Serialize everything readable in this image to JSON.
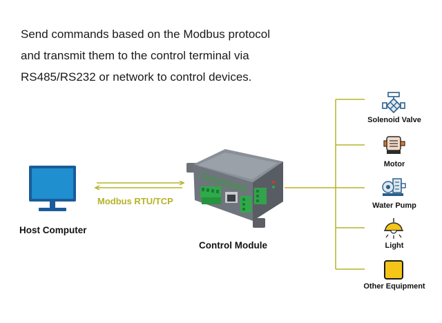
{
  "description_lines": [
    "Send commands based on the Modbus protocol",
    "and transmit them to the control terminal via",
    "RS485/RS232 or network to control devices."
  ],
  "host": {
    "label": "Host Computer"
  },
  "link": {
    "label": "Modbus RTU/TCP"
  },
  "module": {
    "label": "Control Module"
  },
  "devices": [
    {
      "label": "Solenoid Valve",
      "icon": "solenoid-valve-icon"
    },
    {
      "label": "Motor",
      "icon": "motor-icon"
    },
    {
      "label": "Water Pump",
      "icon": "water-pump-icon"
    },
    {
      "label": "Light",
      "icon": "light-icon"
    },
    {
      "label": "Other Equipment",
      "icon": "other-equipment-icon"
    }
  ],
  "colors": {
    "accent_olive": "#b5b22a",
    "monitor_blue": "#1f8fd0",
    "monitor_frame": "#1a5c9a",
    "light_yellow": "#f5c518",
    "pcb_green": "#2faa4a"
  }
}
